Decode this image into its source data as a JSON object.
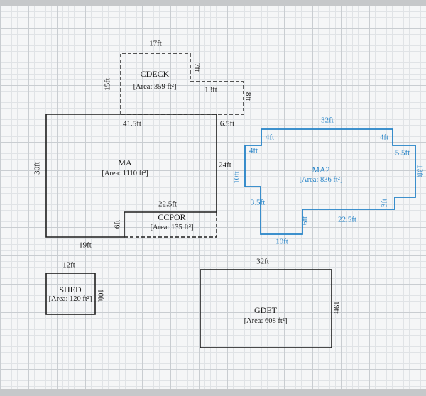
{
  "colors": {
    "outline": "#1f1f1f",
    "accent_blue": "#2583c7",
    "grid_minor": "#e0e3e6",
    "grid_major": "#c9cdd1",
    "paper": "#f5f6f7",
    "edge_band": "#c6c8ca"
  },
  "sketch": {
    "cdeck": {
      "label": "CDECK",
      "area": "[Area: 359 ft²]",
      "dim_top": "17ft",
      "dim_left": "15ft",
      "dim_step_right": "7ft",
      "dim_step_top": "13ft",
      "dim_right": "8ft"
    },
    "ma": {
      "label": "MA",
      "area": "[Area: 1110 ft²]",
      "dim_top": "41.5ft",
      "dim_top_ext": "6.5ft",
      "dim_left": "30ft",
      "dim_right": "24ft",
      "dim_bottom": "19ft"
    },
    "ccpor": {
      "label": "CCPOR",
      "area": "[Area: 135 ft²]",
      "dim_top": "22.5ft",
      "dim_left": "6ft"
    },
    "ma2": {
      "label": "MA2",
      "area": "[Area: 836 ft²]",
      "dim_top": "32ft",
      "dim_left_step_v": "4ft",
      "dim_left_step_h": "4ft",
      "dim_right_step_v": "4ft",
      "dim_right_step_h": "5.5ft",
      "dim_right": "13ft",
      "dim_left": "10ft",
      "dim_left_lower": "3.5ft",
      "dim_bottom": "10ft",
      "dim_notch_left": "6ft",
      "dim_bottom_inner": "22.5ft",
      "dim_bottom_right": "3ft"
    },
    "shed": {
      "label": "SHED",
      "area": "[Area: 120 ft²]",
      "dim_top": "12ft",
      "dim_right": "10ft"
    },
    "gdet": {
      "label": "GDET",
      "area": "[Area: 608 ft²]",
      "dim_top": "32ft",
      "dim_right": "19ft"
    }
  }
}
